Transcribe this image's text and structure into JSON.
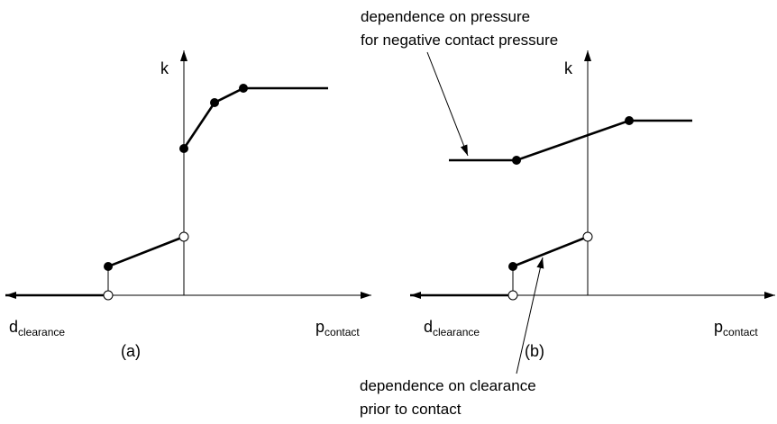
{
  "panel_a": {
    "y_label": "k",
    "x_label": "p",
    "x_label_sub": "contact",
    "neg_label": "d",
    "neg_label_sub": "clearance",
    "caption": "(a)"
  },
  "panel_b": {
    "y_label": "k",
    "x_label": "p",
    "x_label_sub": "contact",
    "neg_label": "d",
    "neg_label_sub": "clearance",
    "caption": "(b)"
  },
  "annotation_top": {
    "line1": "dependence on pressure",
    "line2": "for negative contact pressure"
  },
  "annotation_bottom": {
    "line1": "dependence on clearance",
    "line2": "prior to contact"
  },
  "colors": {
    "ink": "#000000",
    "background": "#ffffff"
  }
}
